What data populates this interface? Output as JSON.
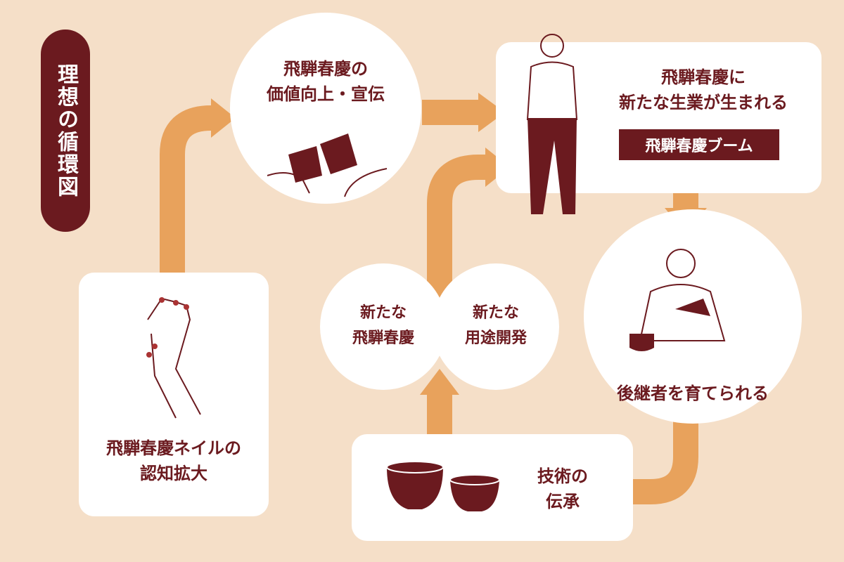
{
  "title": "理想の循環図",
  "nodes": {
    "promotion": [
      "飛騨春慶の",
      "価値向上・宣伝"
    ],
    "new_business": [
      "飛騨春慶に",
      "新たな生業が生まれる"
    ],
    "boom": "飛騨春慶ブーム",
    "successor": "後継者を育てられる",
    "technique": [
      "技術の",
      "伝承"
    ],
    "new_product": [
      "新たな",
      "飛騨春慶"
    ],
    "new_use": [
      "新たな",
      "用途開発"
    ],
    "nail": [
      "飛騨春慶ネイルの",
      "認知拡大"
    ]
  },
  "colors": {
    "background": "#f5dfc8",
    "accent": "#6b1a1f",
    "arrow": "#e8a25c"
  }
}
